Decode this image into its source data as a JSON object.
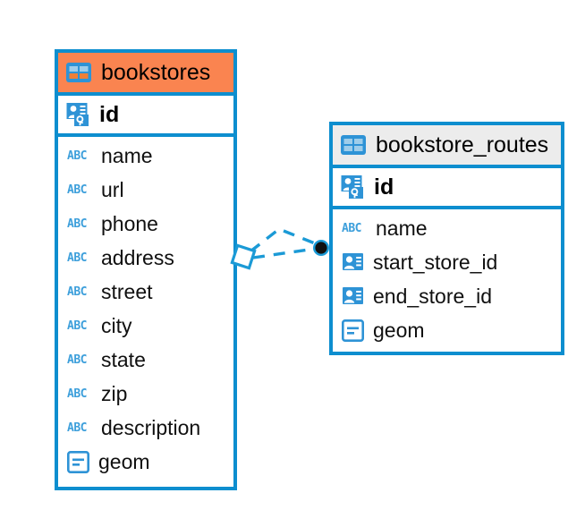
{
  "diagram": {
    "type": "entity-relationship-diagram",
    "background": "#ffffff",
    "accent_color": "#0d8ecf",
    "entities": [
      {
        "id": "bookstores",
        "name": "bookstores",
        "header_color": "#fa8450",
        "icon": "table-icon",
        "primary_key": {
          "name": "id",
          "icon": "primary-key-icon"
        },
        "fields": [
          {
            "name": "name",
            "icon": "abc-icon",
            "icon_label": "ABC"
          },
          {
            "name": "url",
            "icon": "abc-icon",
            "icon_label": "ABC"
          },
          {
            "name": "phone",
            "icon": "abc-icon",
            "icon_label": "ABC"
          },
          {
            "name": "address",
            "icon": "abc-icon",
            "icon_label": "ABC"
          },
          {
            "name": "street",
            "icon": "abc-icon",
            "icon_label": "ABC"
          },
          {
            "name": "city",
            "icon": "abc-icon",
            "icon_label": "ABC"
          },
          {
            "name": "state",
            "icon": "abc-icon",
            "icon_label": "ABC"
          },
          {
            "name": "zip",
            "icon": "abc-icon",
            "icon_label": "ABC"
          },
          {
            "name": "description",
            "icon": "abc-icon",
            "icon_label": "ABC"
          },
          {
            "name": "geom",
            "icon": "geometry-icon",
            "icon_label": ""
          }
        ]
      },
      {
        "id": "bookstore_routes",
        "name": "bookstore_routes",
        "header_color": "#ececec",
        "icon": "table-icon",
        "primary_key": {
          "name": "id",
          "icon": "primary-key-icon"
        },
        "fields": [
          {
            "name": "name",
            "icon": "abc-icon",
            "icon_label": "ABC"
          },
          {
            "name": "start_store_id",
            "icon": "foreign-key-icon",
            "icon_label": ""
          },
          {
            "name": "end_store_id",
            "icon": "foreign-key-icon",
            "icon_label": ""
          },
          {
            "name": "geom",
            "icon": "geometry-icon",
            "icon_label": ""
          }
        ]
      }
    ],
    "relationship": {
      "from": "bookstores",
      "to": "bookstore_routes",
      "line_style": "dashed",
      "line_color": "#1b9ad6",
      "source_marker": "diamond-outline",
      "target_marker": "filled-circle"
    }
  }
}
